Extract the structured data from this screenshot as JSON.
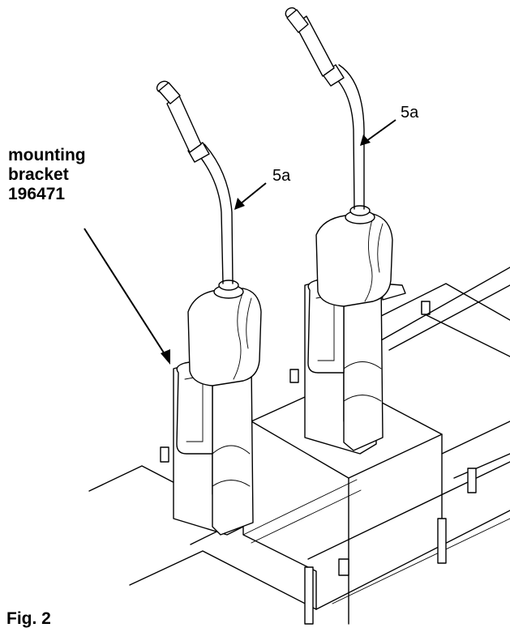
{
  "figure": {
    "bracket_label": [
      "mounting",
      "bracket",
      "196471"
    ],
    "part_label_left": "5a",
    "part_label_right": "5a",
    "caption": "Fig. 2"
  }
}
